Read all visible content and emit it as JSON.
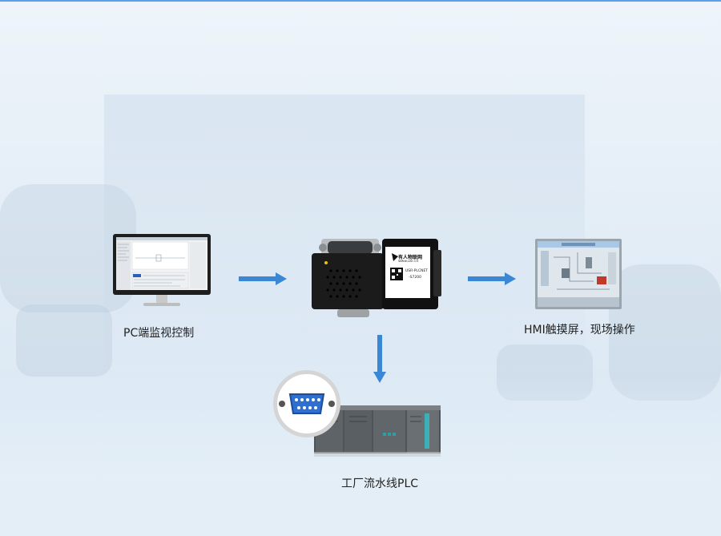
{
  "nodes": {
    "pc": {
      "label": "PC端监视控制"
    },
    "hmi": {
      "label": "HMI触摸屏，现场操作"
    },
    "plc": {
      "label": "工厂流水线PLC"
    },
    "gateway": {
      "brand": "有人物联网",
      "url": "www.usr.cn",
      "model": "USR-PLCNET",
      "submodel": "-S7200"
    }
  },
  "colors": {
    "arrow": "#3a87d6",
    "accent_line": "#5aa0e6",
    "device_black": "#1b1b1b",
    "connector_blue": "#2f6fd0"
  },
  "icons": [
    "pc-monitor-icon",
    "gateway-device-icon",
    "hmi-screen-icon",
    "plc-rack-icon",
    "db9-connector-icon",
    "arrow-right-icon",
    "arrow-down-icon"
  ]
}
